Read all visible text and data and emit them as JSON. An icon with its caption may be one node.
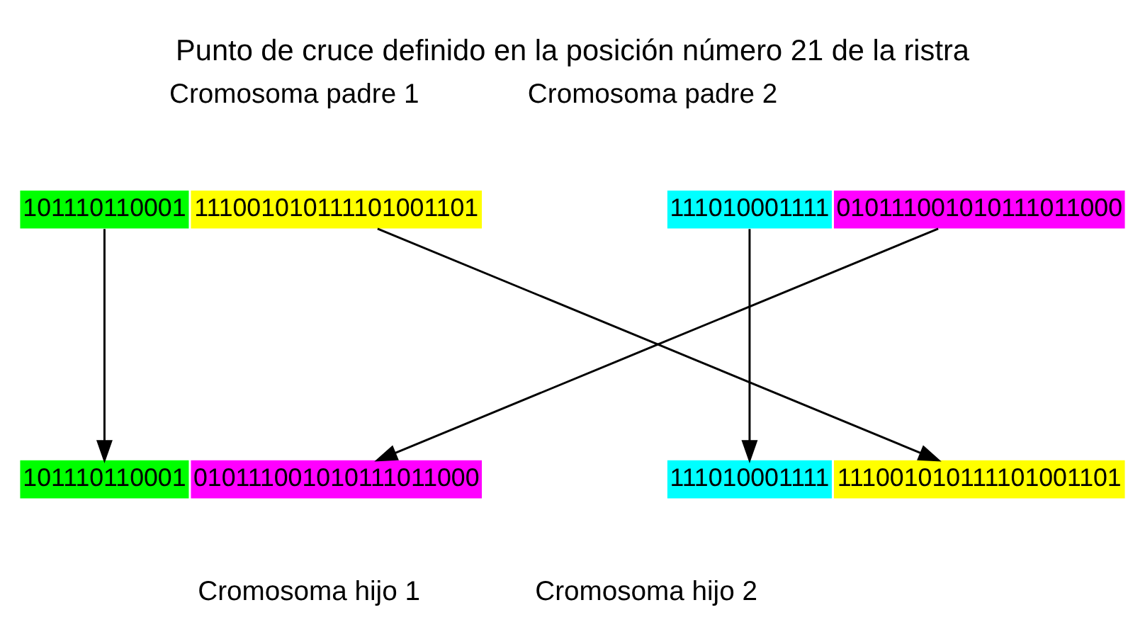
{
  "diagram": {
    "title": "Punto de cruce definido en la posición número 21 de la ristra",
    "nodes": [
      {
        "text": [
          "101110110001"
        ]
      },
      {
        "text": [
          "111001010111101001101"
        ]
      },
      {
        "text": [
          "111010001111"
        ]
      },
      {
        "text": [
          "010111001010111011000"
        ]
      },
      {
        "text": [
          "101110110001"
        ]
      },
      {
        "text": [
          "010111001010111011000"
        ]
      },
      {
        "text": [
          "111010001111"
        ]
      },
      {
        "text": [
          "111001010111101001101"
        ]
      }
    ],
    "edges": [
      {
        "from": 0,
        "to": 4,
        "arrow": "to"
      },
      {
        "from": 1,
        "to": 7,
        "arrow": "to"
      },
      {
        "from": 2,
        "to": 6,
        "arrow": "to"
      },
      {
        "from": 3,
        "to": 5,
        "arrow": "to"
      }
    ],
    "labels": [
      "Cromosoma padre 1",
      "Cromosoma padre 2",
      "Cromosoma hijo 1",
      "Cromosoma hijo 2"
    ]
  }
}
